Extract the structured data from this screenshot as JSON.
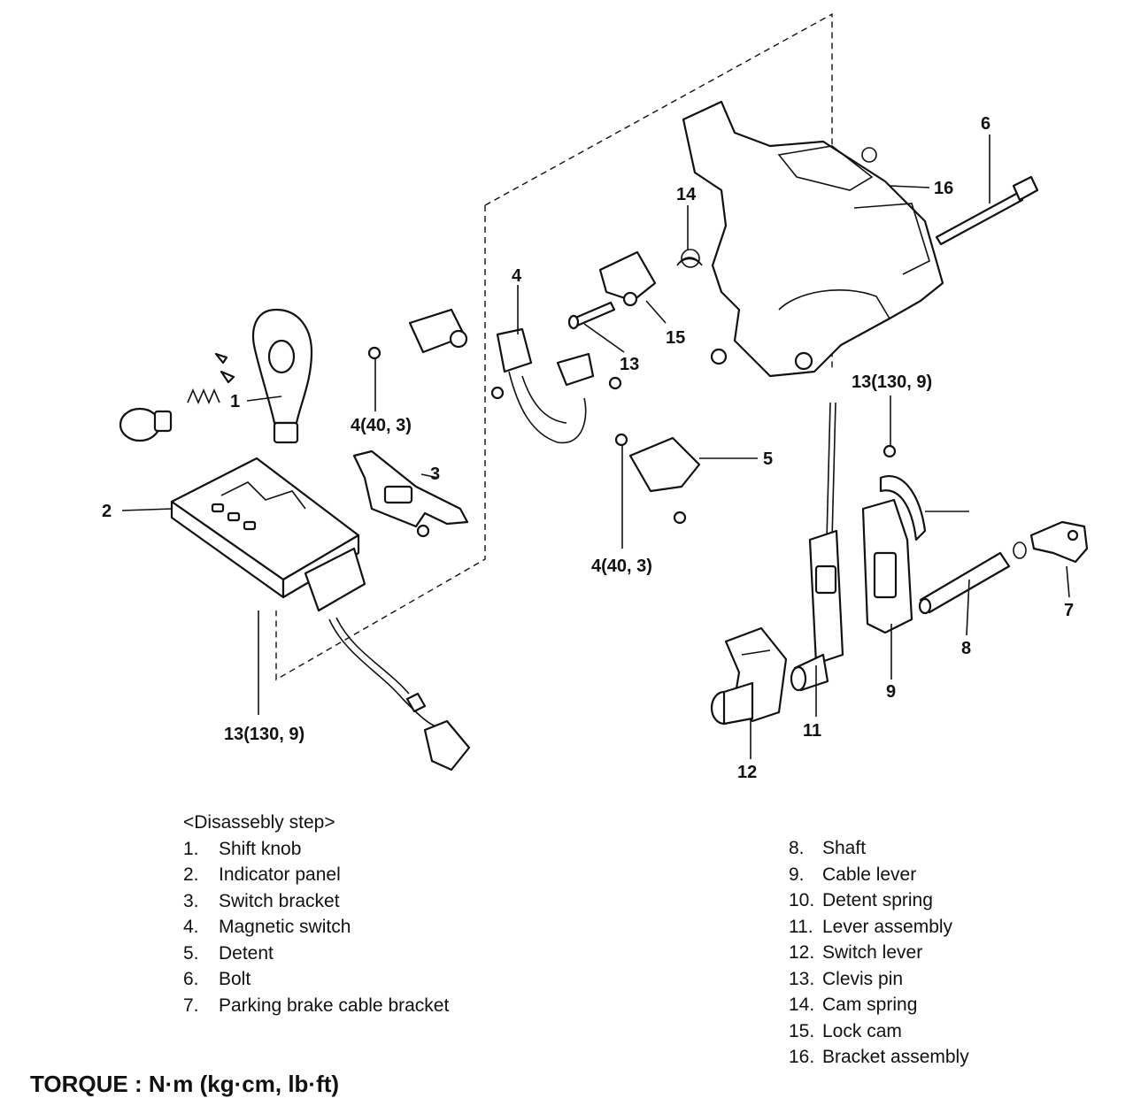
{
  "diagram": {
    "callouts": {
      "c1": "1",
      "c2": "2",
      "c3": "3",
      "c4": "4",
      "c4_torque_a": "4(40, 3)",
      "c4_torque_b": "4(40, 3)",
      "c5": "5",
      "c6": "6",
      "c7": "7",
      "c8": "8",
      "c9": "9",
      "c11": "11",
      "c12": "12",
      "c13": "13",
      "c13_torque_a": "13(130, 9)",
      "c13_torque_b": "13(130, 9)",
      "c14": "14",
      "c15": "15",
      "c16": "16"
    }
  },
  "legend": {
    "heading": "<Disassebly step>",
    "left_items": [
      {
        "num": "1.",
        "label": "Shift knob"
      },
      {
        "num": "2.",
        "label": "Indicator panel"
      },
      {
        "num": "3.",
        "label": "Switch bracket"
      },
      {
        "num": "4.",
        "label": "Magnetic switch"
      },
      {
        "num": "5.",
        "label": "Detent"
      },
      {
        "num": "6.",
        "label": "Bolt"
      },
      {
        "num": "7.",
        "label": "Parking brake cable bracket"
      }
    ],
    "right_items": [
      {
        "num": "8.",
        "label": "Shaft"
      },
      {
        "num": "9.",
        "label": "Cable lever"
      },
      {
        "num": "10.",
        "label": "Detent spring"
      },
      {
        "num": "11.",
        "label": "Lever assembly"
      },
      {
        "num": "12.",
        "label": "Switch lever"
      },
      {
        "num": "13.",
        "label": "Clevis pin"
      },
      {
        "num": "14.",
        "label": "Cam spring"
      },
      {
        "num": "15.",
        "label": "Lock cam"
      },
      {
        "num": "16.",
        "label": "Bracket assembly"
      }
    ]
  },
  "torque_note": "TORQUE : N·m (kg·cm, lb·ft)"
}
